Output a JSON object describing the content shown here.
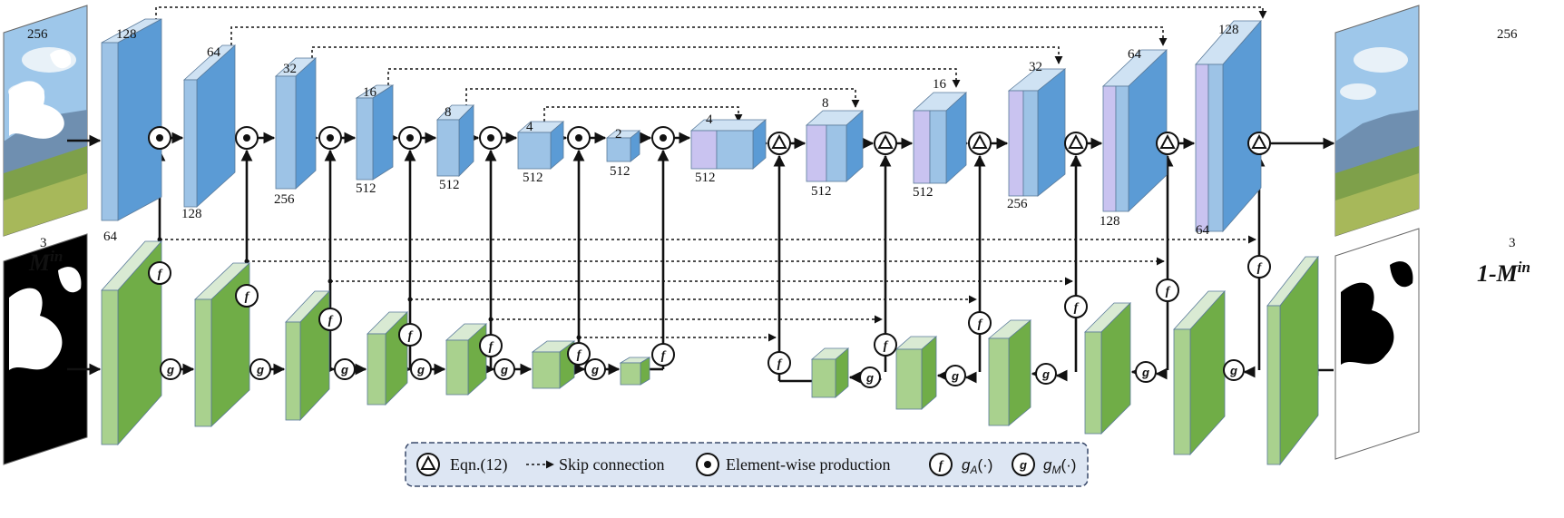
{
  "colors": {
    "blue_front": "#9dc3e6",
    "blue_side": "#5b9bd5",
    "blue_top": "#cfe2f3",
    "purple_front": "#c9c3f0",
    "green_front": "#a9d18e",
    "green_side": "#70ad47",
    "green_top": "#d9ead3",
    "legend_bg": "#dde6f3",
    "legend_border": "#3a4a6b"
  },
  "images": {
    "input_top": {
      "label_w": "256",
      "label_c": "3",
      "icon": "landscape-photo"
    },
    "input_mask": {
      "label": "M",
      "label_sup": "in",
      "icon": "mask-image"
    },
    "output_top": {
      "label_w": "256",
      "label_c": "3",
      "icon": "landscape-photo"
    },
    "output_mask": {
      "label": "1-M",
      "label_sup": "in",
      "icon": "inverse-mask-image"
    }
  },
  "encoder": [
    {
      "size": "128",
      "channels": "64"
    },
    {
      "size": "64",
      "channels": "128"
    },
    {
      "size": "32",
      "channels": "256"
    },
    {
      "size": "16",
      "channels": "512"
    },
    {
      "size": "8",
      "channels": "512"
    },
    {
      "size": "4",
      "channels": "512"
    },
    {
      "size": "2",
      "channels": "512"
    }
  ],
  "decoder": [
    {
      "size": "4",
      "channels": "512"
    },
    {
      "size": "8",
      "channels": "512"
    },
    {
      "size": "16",
      "channels": "512"
    },
    {
      "size": "32",
      "channels": "256"
    },
    {
      "size": "64",
      "channels": "128"
    },
    {
      "size": "128",
      "channels": "64"
    }
  ],
  "ops": {
    "f": "f",
    "g": "g"
  },
  "legend": {
    "eqn": "Eqn.(12)",
    "skip": "Skip connection",
    "elem": "Element-wise production",
    "ga": "g",
    "ga_sub": "A",
    "ga_arg": "(·)",
    "gm": "g",
    "gm_sub": "M",
    "gm_arg": "(·)"
  }
}
